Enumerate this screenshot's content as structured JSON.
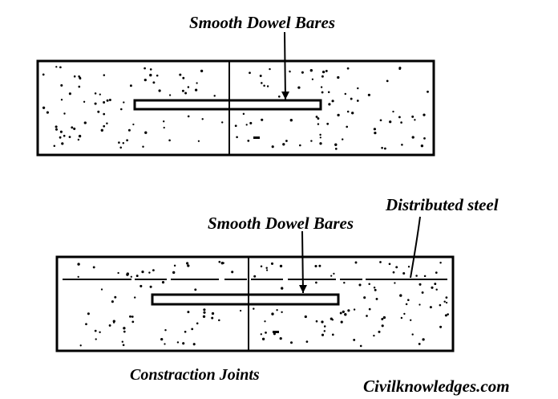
{
  "labels": {
    "top_dowel": "Smooth Dowel Bares",
    "bottom_dowel": "Smooth Dowel Bares",
    "distributed_steel": "Distributed steel",
    "caption": "Constraction Joints",
    "website": "Civilknowledges.com"
  },
  "colors": {
    "line": "#000000",
    "background": "#ffffff"
  }
}
